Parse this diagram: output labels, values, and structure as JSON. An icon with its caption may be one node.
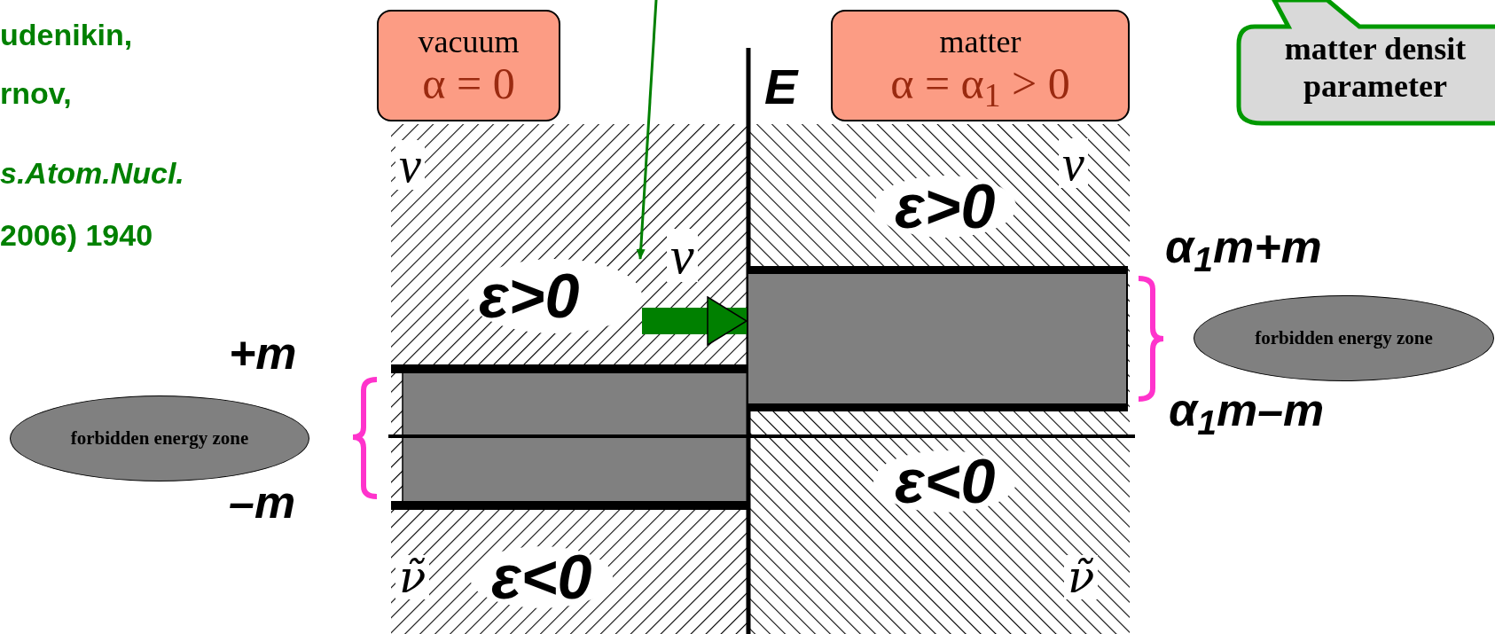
{
  "diagram": {
    "nodes": [
      {
        "text": [
          "vacuum",
          "α = 0"
        ]
      },
      {
        "text": [
          "matter",
          "α = α$_{1}$ > 0"
        ]
      },
      {
        "text": [
          "matter densit parameter"
        ]
      },
      {
        "text": [
          "ε>0"
        ]
      },
      {
        "text": [],
        "shape": "box"
      },
      {
        "text": [
          "forbidden energy zone"
        ]
      },
      {
        "text": [
          "forbidden energy zone"
        ]
      }
    ],
    "edges": [
      {
        "from": 3,
        "to": 4,
        "arrow": "to",
        "style": "thick"
      },
      {
        "from": null,
        "to": 3,
        "arrow": "to"
      }
    ],
    "labels": [
      "udenikin,",
      "rnov,",
      "s.Atom.Nucl.",
      "2006) 1940",
      "E",
      "ν",
      "ν",
      "ν",
      "ε>0",
      "+m",
      "α$_{1}$m+m",
      "α$_{1}$m–m",
      "–m",
      "ε<0",
      "ν̃",
      "ν̃",
      "ε<0"
    ]
  }
}
